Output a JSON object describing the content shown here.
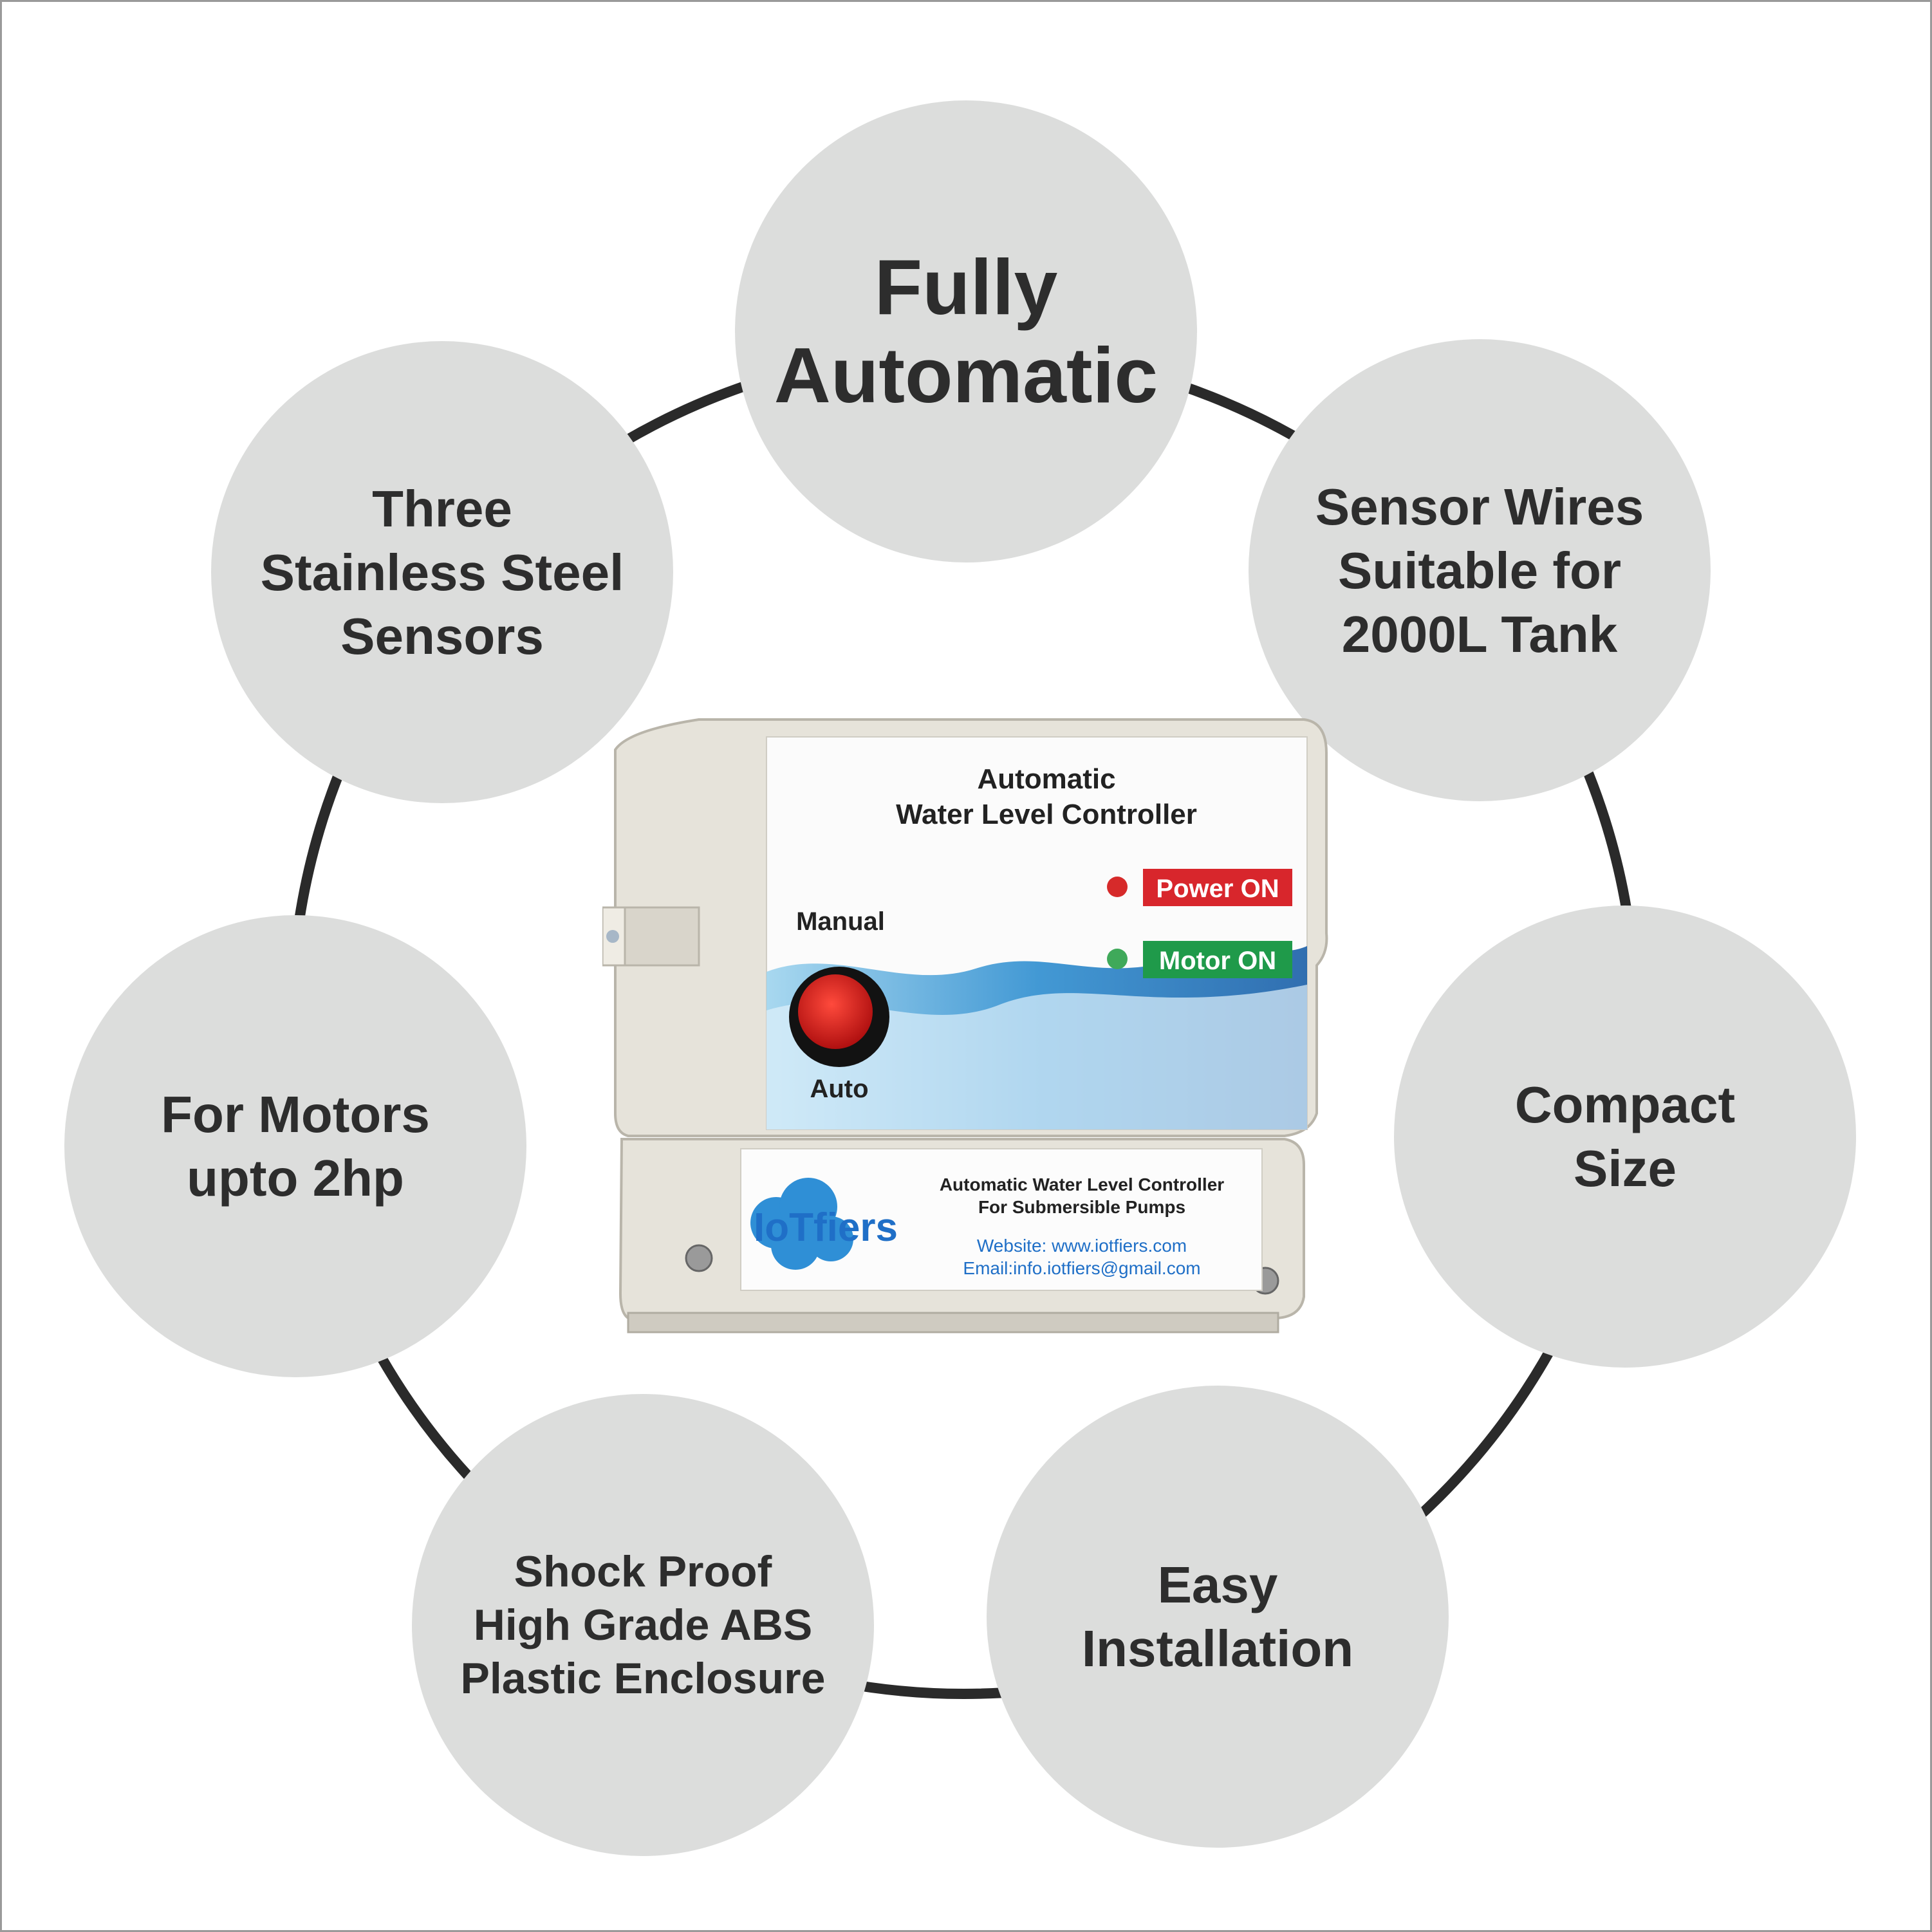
{
  "features": {
    "top": "Fully\nAutomatic",
    "top_left": "Three\nStainless Steel\nSensors",
    "top_right": "Sensor Wires\nSuitable for\n2000L Tank",
    "left": "For Motors\nupto 2hp",
    "right": "Compact\nSize",
    "bottom_left": "Shock Proof\nHigh Grade ABS\nPlastic Enclosure",
    "bottom_right": "Easy\nInstallation"
  },
  "device": {
    "title_line1": "Automatic",
    "title_line2": "Water Level Controller",
    "power_label": "Power ON",
    "motor_label": "Motor ON",
    "manual_label": "Manual",
    "auto_label": "Auto",
    "brand": "IoTfiers",
    "desc_line1": "Automatic Water Level Controller",
    "desc_line2": "For Submersible Pumps",
    "website": "Website: www.iotfiers.com",
    "email": "Email:info.iotfiers@gmail.com"
  },
  "colors": {
    "bubble": "#dcdddc",
    "ring": "#2a2a2a",
    "power_red": "#d8262c",
    "motor_green": "#1f9a4a",
    "link_blue": "#1f6fc7"
  }
}
